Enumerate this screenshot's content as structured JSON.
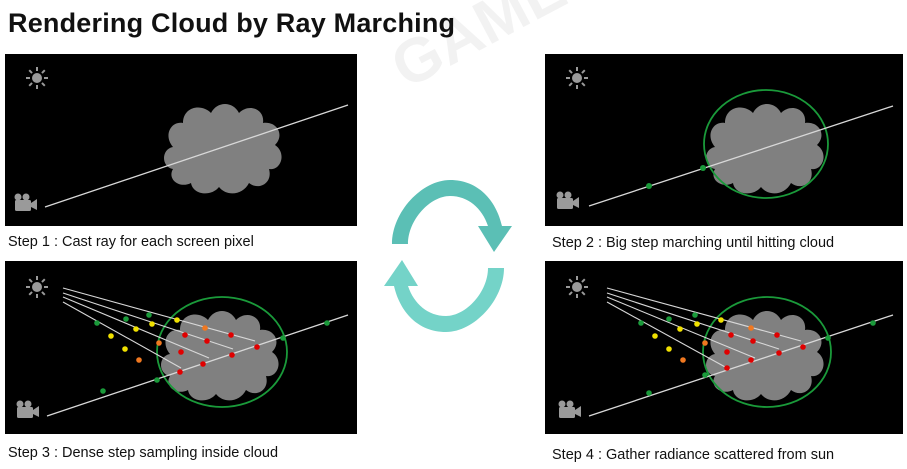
{
  "title": "Rendering Cloud by Ray Marching",
  "watermark": "GAMES104",
  "colors": {
    "panel_bg": "#000000",
    "cloud": "#808080",
    "ray": "#d8d8d8",
    "bound": "#1a9a3a",
    "step_point": "#1a9a3a",
    "sample_red": "#e00000",
    "sample_orange": "#f07820",
    "sample_yellow": "#f0e000",
    "cycle_arrow": "#5bbfb5"
  },
  "icons": {
    "sun": "sun-icon",
    "camera": "camera-icon",
    "cycle": "cycle-arrows-icon"
  },
  "steps": [
    {
      "caption": "Step 1 : Cast ray for each screen pixel"
    },
    {
      "caption": "Step 2 : Big step marching until hitting cloud"
    },
    {
      "caption": "Step 3 : Dense step sampling inside cloud"
    },
    {
      "caption": "Step 4 : Gather radiance scattered from sun"
    }
  ]
}
